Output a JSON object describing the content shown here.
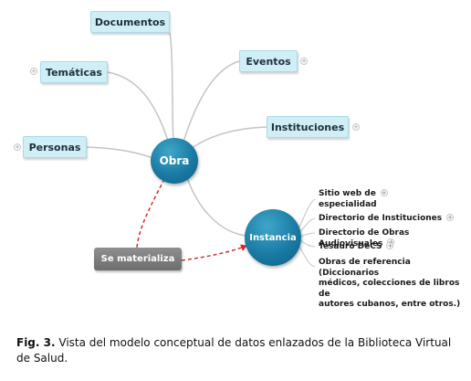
{
  "diagram": {
    "central": {
      "label": "Obra"
    },
    "branches": [
      {
        "id": "documentos",
        "label": "Documentos"
      },
      {
        "id": "tematicas",
        "label": "Temáticas"
      },
      {
        "id": "eventos",
        "label": "Eventos"
      },
      {
        "id": "instituciones",
        "label": "Instituciones"
      },
      {
        "id": "personas",
        "label": "Personas"
      }
    ],
    "link_node": {
      "label": "Se materializa"
    },
    "instance": {
      "label": "Instancia"
    },
    "instance_items": [
      {
        "label_lines": [
          "Sitio web de",
          "especialidad"
        ]
      },
      {
        "label_lines": [
          "Directorio de Instituciones"
        ]
      },
      {
        "label_lines": [
          "Directorio de Obras Audiovisuales"
        ]
      },
      {
        "label_lines": [
          "Tesauro DeCS"
        ]
      },
      {
        "label_lines": [
          "Obras de referencia (Diccionarios",
          "médicos, colecciones de libros de",
          "autores cubanos, entre otros.)"
        ]
      }
    ],
    "expander_symbol": "+",
    "colors": {
      "branch_fill": "#cfeef5",
      "central_fill": "#1a7aa3",
      "link_fill": "#7d7d7d",
      "dashed_connector": "#d42b2b",
      "solid_connector": "#c4c4c4"
    }
  },
  "caption": {
    "label": "Fig. 3.",
    "text": "Vista del modelo conceptual de datos enlazados de la Biblioteca Virtual de Salud."
  }
}
